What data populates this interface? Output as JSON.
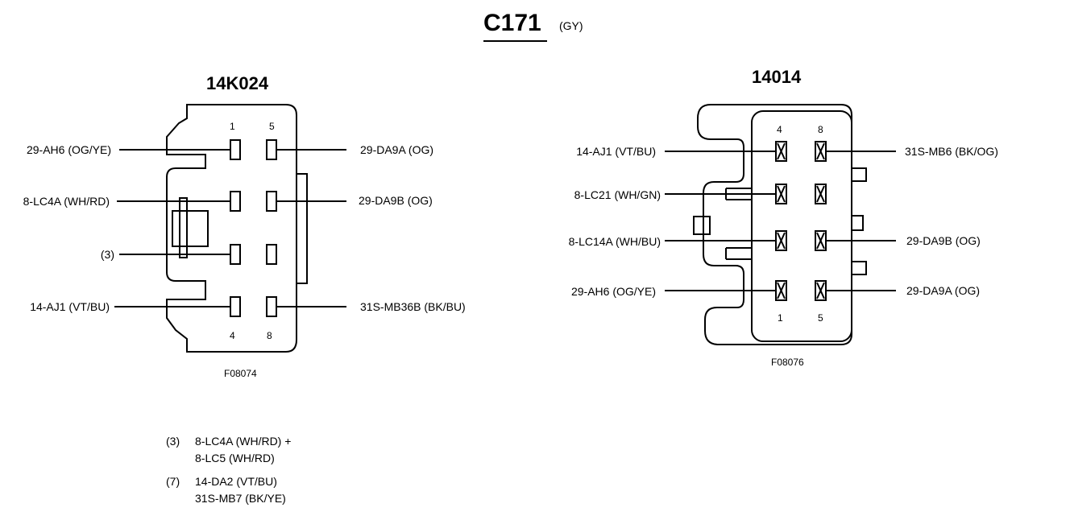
{
  "title": "C171",
  "color_code": "(GY)",
  "left_connector": {
    "part": "14K024",
    "fig": "F08074",
    "pins_top": [
      "1",
      "5"
    ],
    "pins_bottom": [
      "4",
      "8"
    ],
    "left_wires": [
      "29-AH6 (OG/YE)",
      "8-LC4A (WH/RD)",
      "(3)",
      "14-AJ1 (VT/BU)"
    ],
    "right_wires": [
      "29-DA9A (OG)",
      "29-DA9B (OG)",
      "31S-MB36B (BK/BU)"
    ]
  },
  "right_connector": {
    "part": "14014",
    "fig": "F08076",
    "pins_top": [
      "4",
      "8"
    ],
    "pins_bottom": [
      "1",
      "5"
    ],
    "left_wires": [
      "14-AJ1 (VT/BU)",
      "8-LC21 (WH/GN)",
      "8-LC14A (WH/BU)",
      "29-AH6 (OG/YE)"
    ],
    "right_wires": [
      "31S-MB6 (BK/OG)",
      "29-DA9B (OG)",
      "29-DA9A (OG)"
    ]
  },
  "notes": [
    {
      "ref": "(3)",
      "line1": "8-LC4A (WH/RD) +",
      "line2": "8-LC5 (WH/RD)"
    },
    {
      "ref": "(7)",
      "line1": "14-DA2 (VT/BU)",
      "line2": "31S-MB7 (BK/YE)"
    }
  ]
}
